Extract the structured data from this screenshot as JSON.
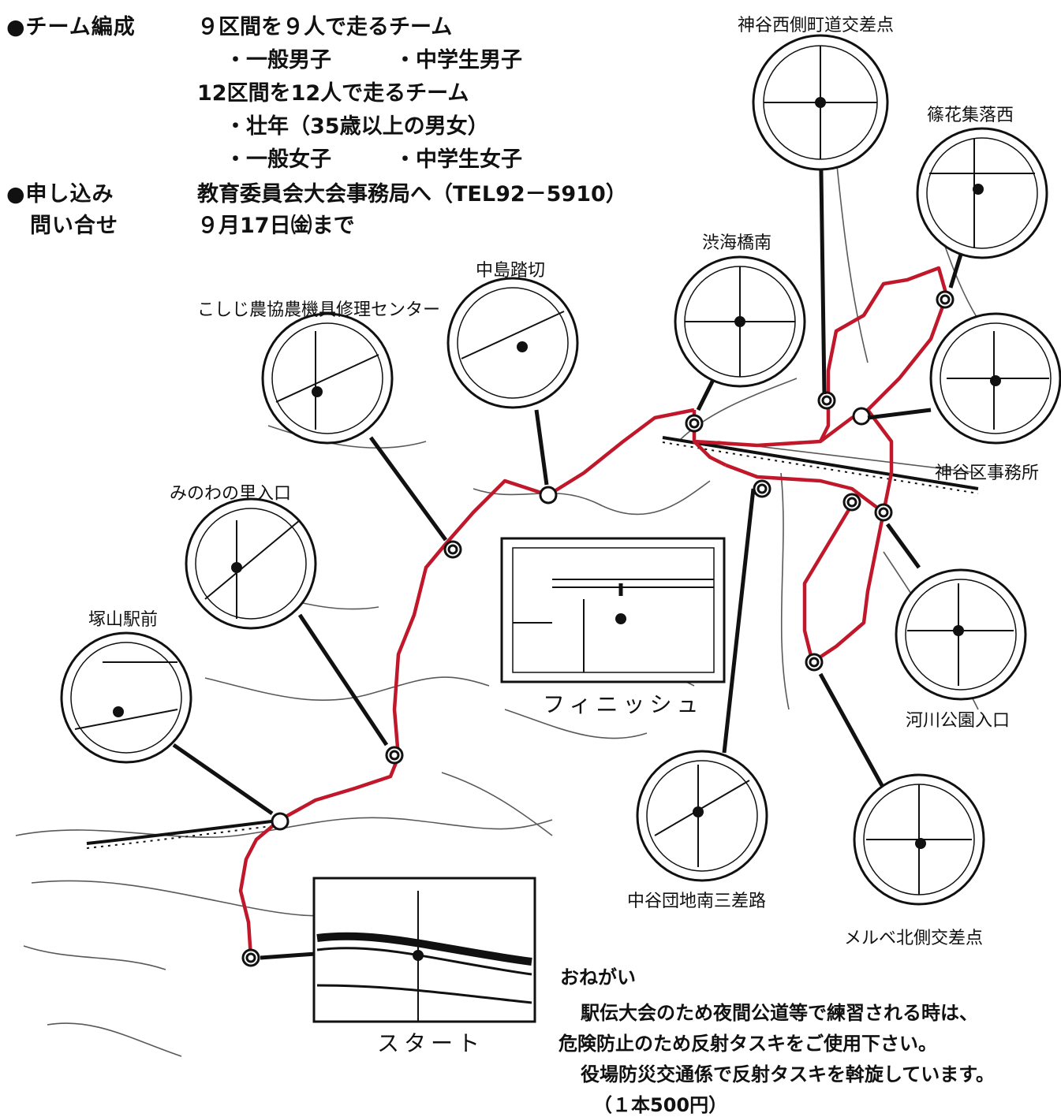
{
  "info": {
    "team": {
      "label": "●チーム編成",
      "line1": "９区間を９人で走るチーム",
      "line2a": "・一般男子",
      "line2b": "・中学生男子",
      "line3": "12区間を12人で走るチーム",
      "line4": "・壮年（35歳以上の男女）",
      "line5a": "・一般女子",
      "line5b": "・中学生女子"
    },
    "apply": {
      "label1": "●申し込み",
      "label2": "問い合せ",
      "line1": "教育委員会大会事務局へ（TEL92－5910）",
      "line2": "９月17日㈮まで"
    }
  },
  "places": {
    "kamiya_west": "神谷西側町道交差点",
    "shinoge": "篠花集落西",
    "shibumi": "渋海橋南",
    "nakajima": "中島踏切",
    "koshiji": "こしじ農協農機具修理センター",
    "minowa": "みのわの里入口",
    "tsukayama": "塚山駅前",
    "kamiya_office": "神谷区事務所",
    "kasen": "河川公園入口",
    "nakaya": "中谷団地南三差路",
    "merube": "メルベ北側交差点"
  },
  "captions": {
    "finish": "フィニッシュ",
    "start": "スタート"
  },
  "notice": {
    "title": "おねがい",
    "line1": "駅伝大会のため夜間公道等で練習される時は、",
    "line2": "危険防止のため反射タスキをご使用下さい。",
    "line3": "役場防災交通係で反射タスキを斡旋しています。",
    "line4": "（１本500円）"
  },
  "colors": {
    "route": "#c0182a",
    "ink": "#111111"
  }
}
